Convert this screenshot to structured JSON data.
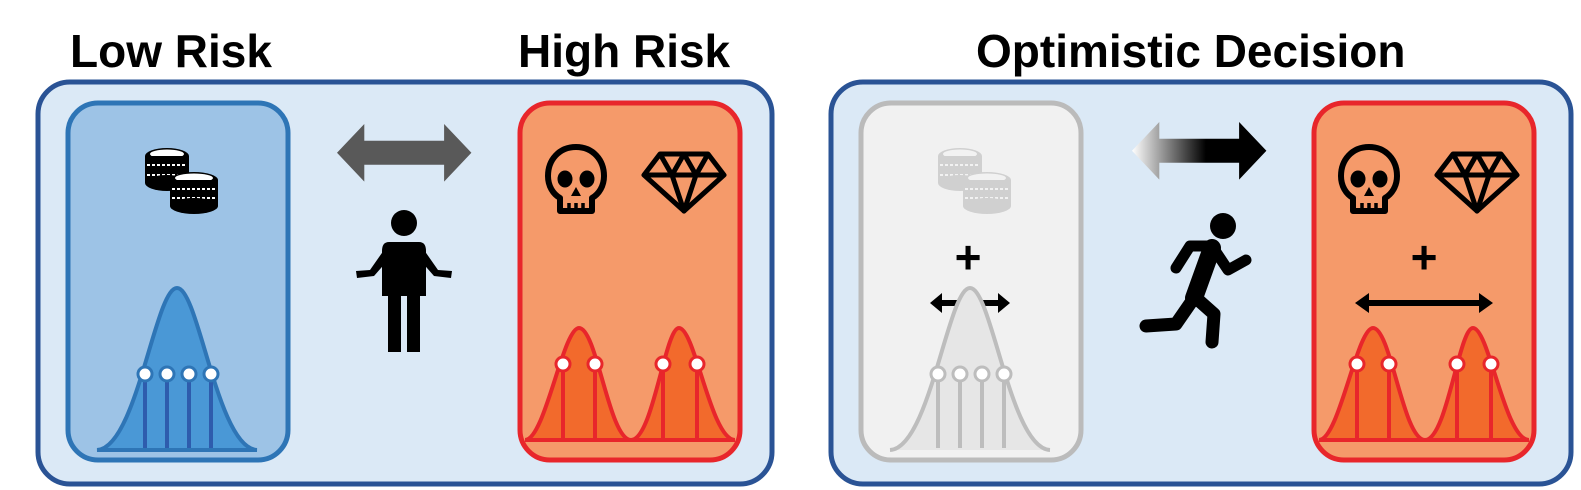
{
  "titles": {
    "low_risk": "Low Risk",
    "high_risk": "High Risk",
    "optimistic": "Optimistic Decision"
  },
  "symbols": {
    "plus": "+"
  },
  "icons": {
    "coins": "coins-icon",
    "skull": "skull-icon",
    "diamond": "diamond-icon",
    "undecided_person": "shrugging-person-icon",
    "running_person": "running-person-icon",
    "double_arrow": "double-arrow-icon",
    "range_arrow": "range-arrow-icon"
  },
  "colors": {
    "panel_border": "#2a5395",
    "panel_fill": "#dbe9f6",
    "low_box_fill": "#9dc3e6",
    "low_box_border": "#2e75b6",
    "low_curve": "#3c8cd0",
    "high_box_fill": "#f59a6a",
    "high_box_border": "#e8262b",
    "high_curve_fill": "#f26a2c",
    "faded_box_fill": "#f1f1f1",
    "faded_box_border": "#bbbbbb",
    "gray_arrow": "#595959"
  }
}
